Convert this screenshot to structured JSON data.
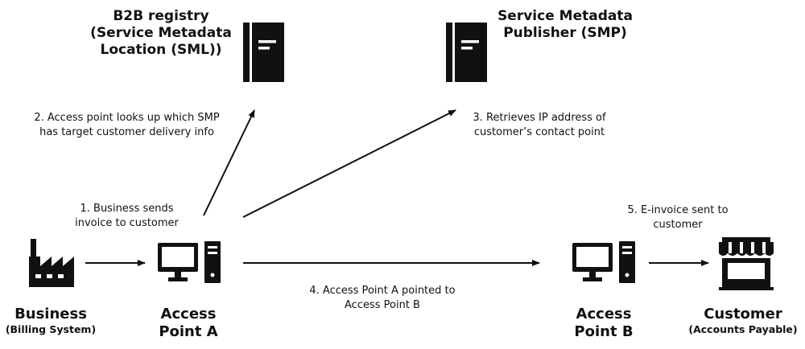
{
  "registry": {
    "sml_title": [
      "B2B registry",
      "(Service Metadata",
      "Location (SML))"
    ],
    "smp_title": [
      "Service Metadata",
      "Publisher (SMP)"
    ]
  },
  "steps": {
    "step1": [
      "1. Business sends",
      "invoice to customer"
    ],
    "step2": [
      "2. Access point looks up which SMP",
      "has target customer delivery info"
    ],
    "step3": [
      "3. Retrieves IP address of",
      "customer’s contact point"
    ],
    "step4": [
      "4. Access Point A pointed to",
      "Access Point B"
    ],
    "step5": [
      "5. E-invoice sent to",
      "customer"
    ]
  },
  "entities": {
    "business": {
      "name": "Business",
      "sub": "(Billing System)",
      "icon": "factory-icon"
    },
    "access_point_a": {
      "name": [
        "Access",
        "Point A"
      ],
      "icon": "computer-icon"
    },
    "access_point_b": {
      "name": [
        "Access",
        "Point B"
      ],
      "icon": "computer-icon"
    },
    "customer": {
      "name": "Customer",
      "sub": "(Accounts Payable)",
      "icon": "storefront-icon"
    }
  },
  "colors": {
    "ink": "#111111",
    "background": "#ffffff"
  }
}
